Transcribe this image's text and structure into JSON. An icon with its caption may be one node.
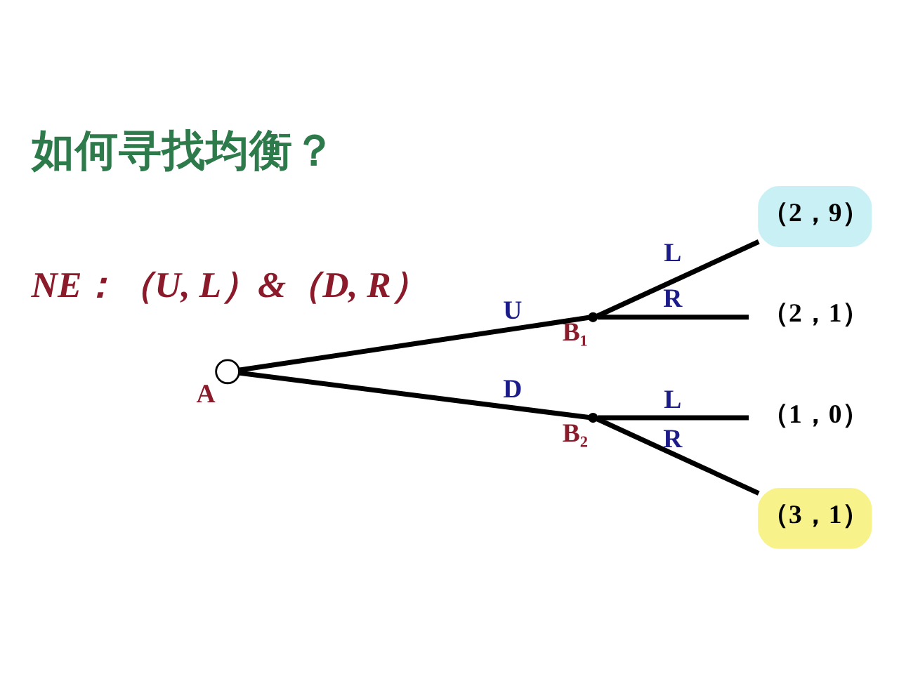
{
  "diagram": {
    "title": "如何寻找均衡？",
    "nodes": [
      {
        "text": [],
        "shape": "circle",
        "beside": [
          "A"
        ]
      },
      {
        "text": [],
        "shape": "point",
        "beside": [
          "B₁"
        ]
      },
      {
        "text": [
          "（2，9）"
        ]
      },
      {
        "text": [
          "（2，1）"
        ]
      },
      {
        "text": [],
        "shape": "point",
        "beside": [
          "B₂"
        ]
      },
      {
        "text": [
          "（1，0）"
        ]
      },
      {
        "text": [
          "（3，1）"
        ]
      }
    ],
    "edges": [
      {
        "from": 0,
        "to": 1,
        "arrow": "none",
        "label": "U"
      },
      {
        "from": 1,
        "to": 2,
        "arrow": "none",
        "label": "L"
      },
      {
        "from": 1,
        "to": 3,
        "arrow": "none",
        "label": "R"
      },
      {
        "from": 0,
        "to": 4,
        "arrow": "none",
        "label": "D"
      },
      {
        "from": 4,
        "to": 5,
        "arrow": "none",
        "label": "L"
      },
      {
        "from": 4,
        "to": 6,
        "arrow": "none",
        "label": "R"
      }
    ],
    "labels": [
      "NE：（U, L）&（D, R）"
    ]
  }
}
